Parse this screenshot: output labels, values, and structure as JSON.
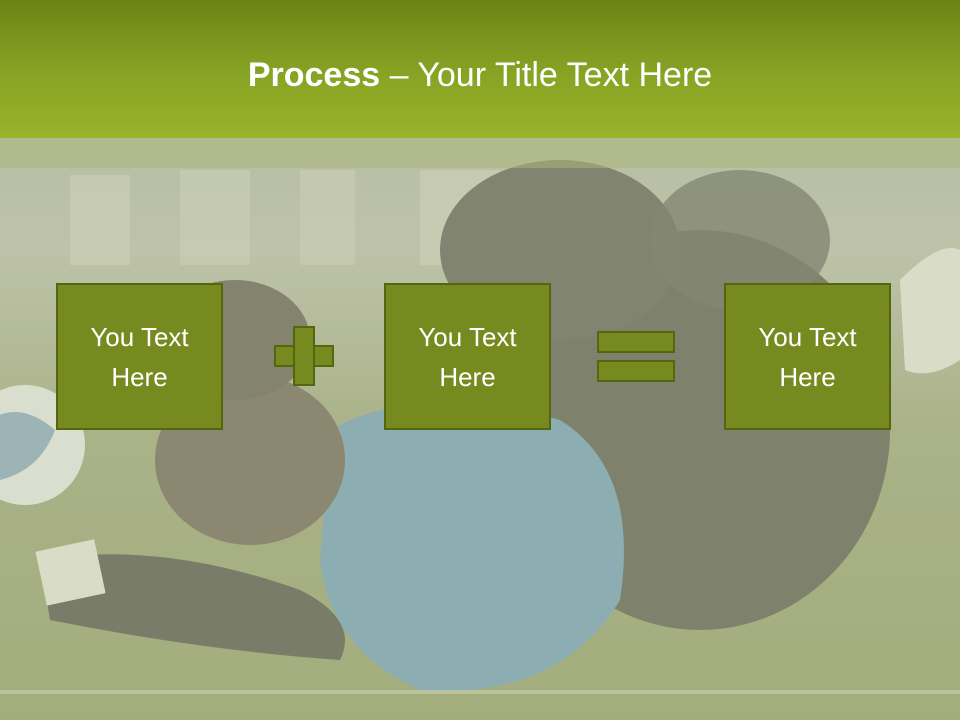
{
  "slide": {
    "title_bold": "Process",
    "title_rest": " – Your Title Text Here"
  },
  "boxes": [
    {
      "line1": "You Text",
      "line2": "Here"
    },
    {
      "line1": "You Text",
      "line2": "Here"
    },
    {
      "line1": "You Text",
      "line2": "Here"
    }
  ],
  "operators": {
    "first": "plus-icon",
    "second": "equals-icon"
  },
  "colors": {
    "title_bar_top": "#6b8416",
    "title_bar_bottom": "#9ab22c",
    "box_fill": "#768a1f",
    "box_border": "#56660f",
    "text": "#ffffff"
  }
}
